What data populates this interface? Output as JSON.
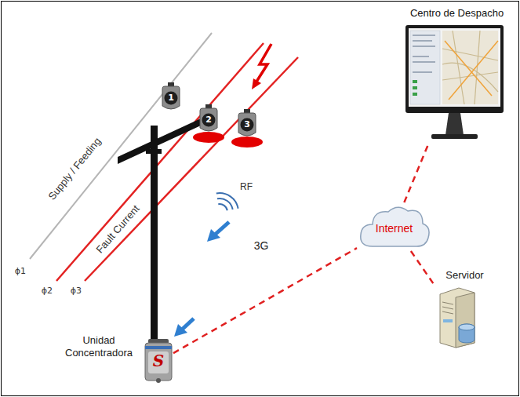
{
  "diagram": {
    "nodes": [
      {
        "text": [
          "1"
        ]
      },
      {
        "text": [
          "2"
        ]
      },
      {
        "text": [
          "3"
        ]
      },
      {
        "text": [
          "Unidad Concentradora"
        ]
      },
      {
        "text": [
          "Centro de Despacho"
        ]
      },
      {
        "text": [
          "Internet"
        ]
      },
      {
        "text": [
          "Servidor"
        ]
      }
    ],
    "edges": [
      {
        "from": 3,
        "to": 5,
        "arrow": "none",
        "label": "3G"
      },
      {
        "from": 5,
        "to": 4,
        "arrow": "none"
      },
      {
        "from": 5,
        "to": 6,
        "arrow": "none"
      }
    ],
    "labels": [
      "Supply / Feeding",
      "Fault Current",
      "ϕ1",
      "ϕ2",
      "ϕ3",
      "RF",
      "S"
    ]
  }
}
